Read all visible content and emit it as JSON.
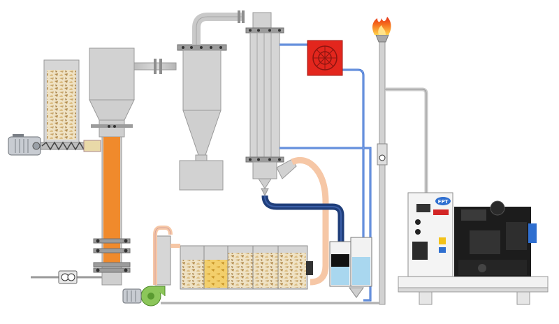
{
  "diagram": {
    "components": [
      {
        "id": "feed-hopper",
        "label": ""
      },
      {
        "id": "screw-feeder",
        "label": ""
      },
      {
        "id": "gasifier-reactor",
        "label": ""
      },
      {
        "id": "cyclone-separator",
        "label": ""
      },
      {
        "id": "heat-exchanger",
        "label": ""
      },
      {
        "id": "cooling-fan-unit",
        "label": ""
      },
      {
        "id": "flare-stack",
        "label": ""
      },
      {
        "id": "venturi-scrubber",
        "label": ""
      },
      {
        "id": "wood-chip-filter-bank",
        "label": ""
      },
      {
        "id": "condensate-tanks",
        "label": ""
      },
      {
        "id": "suction-blower",
        "label": ""
      },
      {
        "id": "generator-set",
        "label": ""
      }
    ],
    "colors": {
      "reactor_bed": "#f08a2c",
      "steel": "#c9c9c9",
      "steel_dark": "#8e8e8e",
      "cold_gas_line": "#1f3e7a",
      "warm_gas_line": "#f6c7a6",
      "water_line": "#3b6fd0",
      "fan_housing": "#e3261d",
      "blower": "#8cc65a",
      "water_tank": "#a9d7ef",
      "flare_flame": "#f56a1c"
    },
    "generator": {
      "brand_logo": "FPT",
      "panel_marks": [
        "FPT"
      ]
    }
  }
}
